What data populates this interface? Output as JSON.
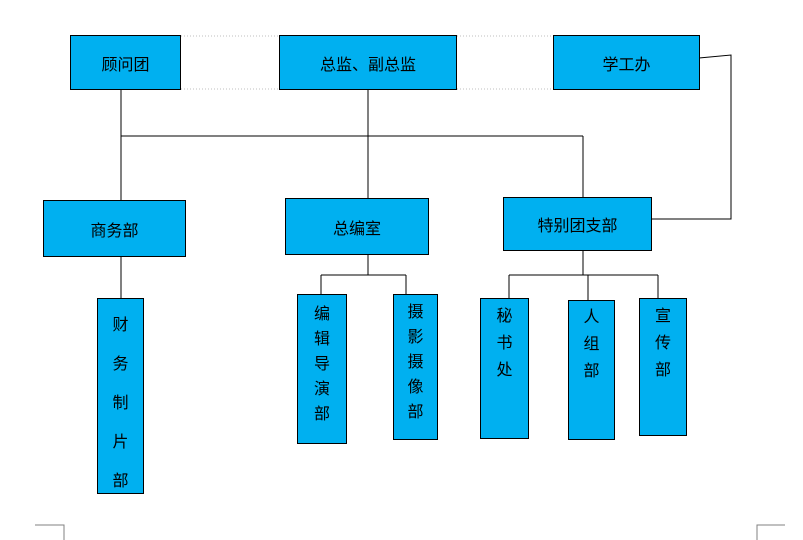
{
  "org_chart": {
    "top": {
      "advisors": "顾问团",
      "directors": "总监、副总监",
      "student_office": "学工办"
    },
    "departments": {
      "business": "商务部",
      "editorial": "总编室",
      "special_league": "特别团支部"
    },
    "sub_units": {
      "finance_production": [
        "财",
        "务",
        "制",
        "片",
        "部"
      ],
      "editing_directing": [
        "编",
        "辑",
        "导",
        "演",
        "部"
      ],
      "photography": [
        "摄",
        "影",
        "摄",
        "像",
        "部"
      ],
      "secretariat": [
        "秘",
        "书",
        "处"
      ],
      "personnel": [
        "人",
        "组",
        "部"
      ],
      "publicity": [
        "宣",
        "传",
        "部"
      ]
    }
  },
  "colors": {
    "box_fill": "#00b0f0",
    "line": "#000000",
    "guide": "#bfbfbf"
  }
}
